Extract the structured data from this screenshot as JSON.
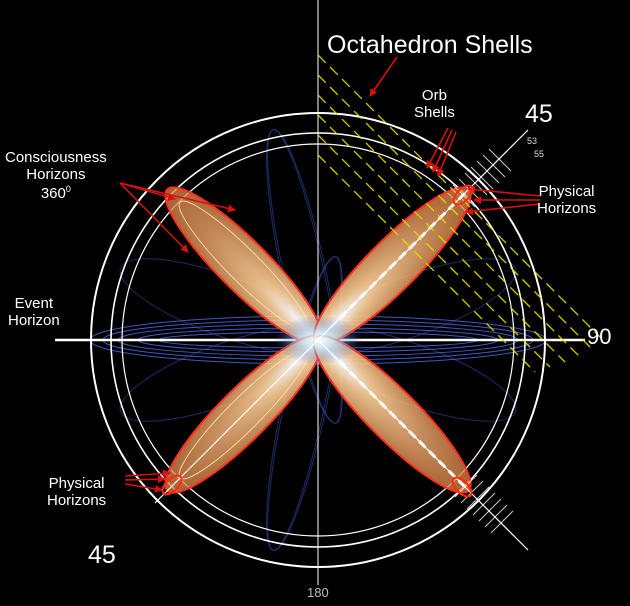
{
  "labels": {
    "title": "Octahedron Shells",
    "orb_shells": "Orb\nShells",
    "consciousness_line1": "Consciousness",
    "consciousness_line2": "Horizons",
    "consciousness_deg": "360",
    "consciousness_sup": "0",
    "event_horizon": "Event\nHorizon",
    "physical_horizons_right": "Physical\nHorizons",
    "physical_horizons_left": "Physical\nHorizons",
    "angle_45_top": "45",
    "angle_45_bottom": "45",
    "tick_53": "53",
    "tick_55": "55",
    "angle_90": "90",
    "angle_180": "180"
  },
  "colors": {
    "background": "#000000",
    "circle": "#ffffff",
    "shell_lines": "#e8e000",
    "arrows": "#d81010",
    "cone_orange": "#e89a50",
    "cone_blue": "#4a64d8",
    "glow_center": "#b9e7ff"
  }
}
